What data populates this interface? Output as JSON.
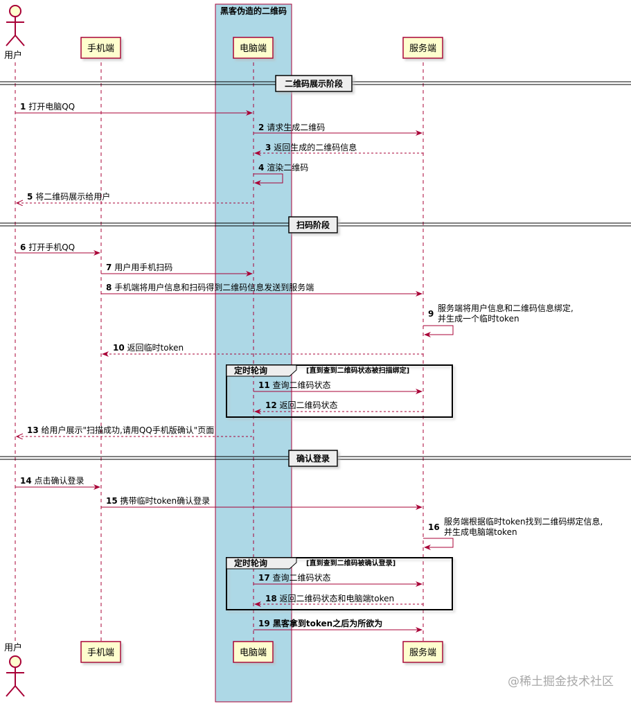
{
  "box": {
    "title": "黑客伪造的二维码"
  },
  "participants": {
    "user": "用户",
    "phone": "手机端",
    "pc": "电脑端",
    "server": "服务端"
  },
  "dividers": [
    "二维码展示阶段",
    "扫码阶段",
    "确认登录"
  ],
  "messages": [
    {
      "num": "1",
      "text": "打开电脑QQ"
    },
    {
      "num": "2",
      "text": "请求生成二维码"
    },
    {
      "num": "3",
      "text": "返回生成的二维码信息"
    },
    {
      "num": "4",
      "text": "渲染二维码"
    },
    {
      "num": "5",
      "text": "将二维码展示给用户"
    },
    {
      "num": "6",
      "text": "打开手机QQ"
    },
    {
      "num": "7",
      "text": "用户用手机扫码"
    },
    {
      "num": "8",
      "text": "手机端将用户信息和扫码得到二维码信息发送到服务端"
    },
    {
      "num": "9",
      "text": "服务端将用户信息和二维码信息绑定,",
      "text2": "并生成一个临时token"
    },
    {
      "num": "10",
      "text": "返回临时token"
    },
    {
      "num": "11",
      "text": "查询二维码状态"
    },
    {
      "num": "12",
      "text": "返回二维码状态"
    },
    {
      "num": "13",
      "text": "给用户展示\"扫描成功,请用QQ手机版确认\"页面"
    },
    {
      "num": "14",
      "text": "点击确认登录"
    },
    {
      "num": "15",
      "text": "携带临时token确认登录"
    },
    {
      "num": "16",
      "text": "服务端根据临时token找到二维码绑定信息,",
      "text2": "并生成电脑端token"
    },
    {
      "num": "17",
      "text": "查询二维码状态"
    },
    {
      "num": "18",
      "text": "返回二维码状态和电脑端token"
    },
    {
      "num": "19",
      "text": "黑客拿到token之后为所欲为"
    }
  ],
  "loops": [
    {
      "title": "定时轮询",
      "condition": "[直到查到二维码状态被扫描绑定]"
    },
    {
      "title": "定时轮询",
      "condition": "[直到查到二维码被确认登录]"
    }
  ],
  "watermark": "@稀土掘金技术社区",
  "colors": {
    "arrow": "#A80036",
    "participant_fill": "#FEFECE",
    "box_fill": "#ADD8E6",
    "lifeline": "#A80036"
  }
}
